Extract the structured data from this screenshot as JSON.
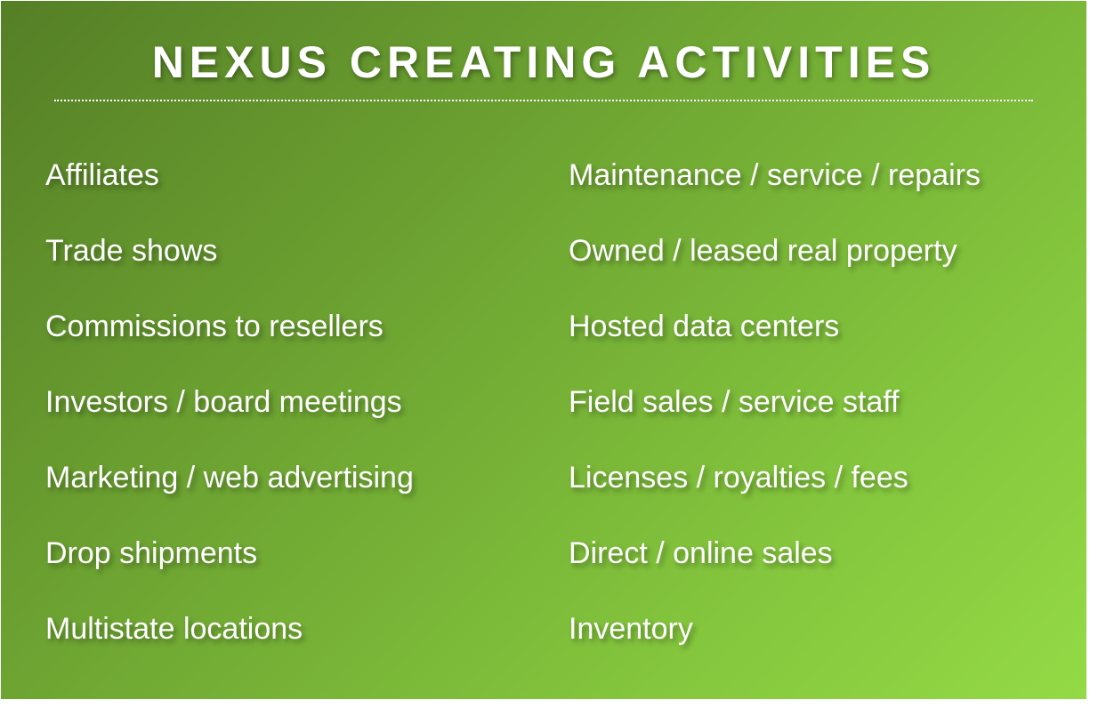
{
  "title": "NEXUS CREATING ACTIVITIES",
  "colors": {
    "gradient_start": "#557f26",
    "gradient_end": "#94da46",
    "text": "#ffffff"
  },
  "left_column": [
    "Affiliates",
    "Trade shows",
    "Commissions to resellers",
    "Investors / board meetings",
    "Marketing / web advertising",
    "Drop shipments",
    "Multistate locations"
  ],
  "right_column": [
    "Maintenance / service / repairs",
    "Owned / leased real property",
    "Hosted data centers",
    "Field sales / service staff",
    "Licenses / royalties / fees",
    "Direct / online sales",
    "Inventory"
  ]
}
